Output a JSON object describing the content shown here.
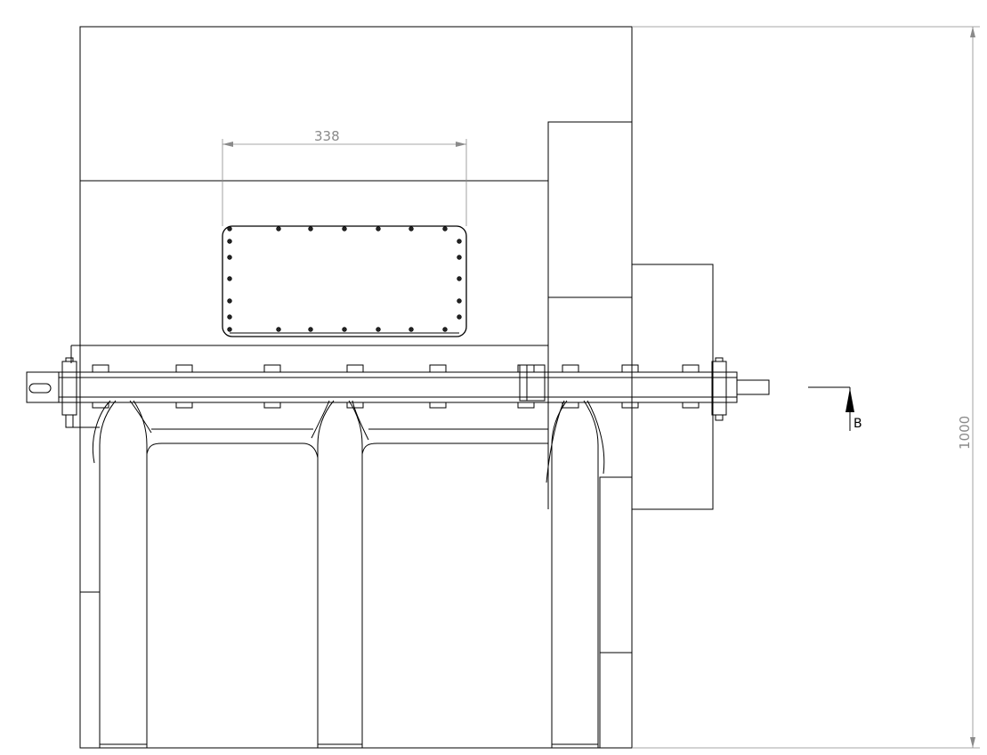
{
  "dimensions": {
    "window_width": "338",
    "overall_height": "1000"
  },
  "section_marker": {
    "label": "B"
  }
}
